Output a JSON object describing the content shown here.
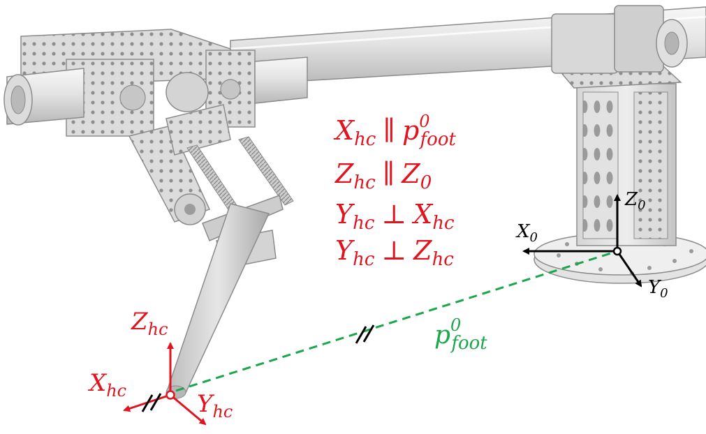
{
  "colors": {
    "red": "#e0141e",
    "green": "#1aa64a",
    "black": "#000000",
    "metal_light": "#e9e9e9",
    "metal_mid": "#cfcfcf",
    "metal_dark": "#9a9a9a",
    "edge": "#7d7d7d"
  },
  "equations": [
    {
      "lhs": "X",
      "lhs_sub": "hc",
      "op": "∥",
      "rhs": "p",
      "rhs_sup": "0",
      "rhs_sub": "foot"
    },
    {
      "lhs": "Z",
      "lhs_sub": "hc",
      "op": "∥",
      "rhs": "Z",
      "rhs_sup": "",
      "rhs_sub": "0"
    },
    {
      "lhs": "Y",
      "lhs_sub": "hc",
      "op": "⊥",
      "rhs": "X",
      "rhs_sup": "",
      "rhs_sub": "hc"
    },
    {
      "lhs": "Y",
      "lhs_sub": "hc",
      "op": "⊥",
      "rhs": "Z",
      "rhs_sup": "",
      "rhs_sub": "hc"
    }
  ],
  "foot_frame": {
    "x": {
      "base": "X",
      "sub": "hc"
    },
    "y": {
      "base": "Y",
      "sub": "hc"
    },
    "z": {
      "base": "Z",
      "sub": "hc"
    }
  },
  "world_frame": {
    "x": {
      "base": "X",
      "sub": "0"
    },
    "y": {
      "base": "Y",
      "sub": "0"
    },
    "z": {
      "base": "Z",
      "sub": "0"
    }
  },
  "vector_label": {
    "base": "p",
    "sup": "0",
    "sub": "foot"
  },
  "icons": [
    "parallel-mark-icon",
    "robot-leg-model"
  ]
}
